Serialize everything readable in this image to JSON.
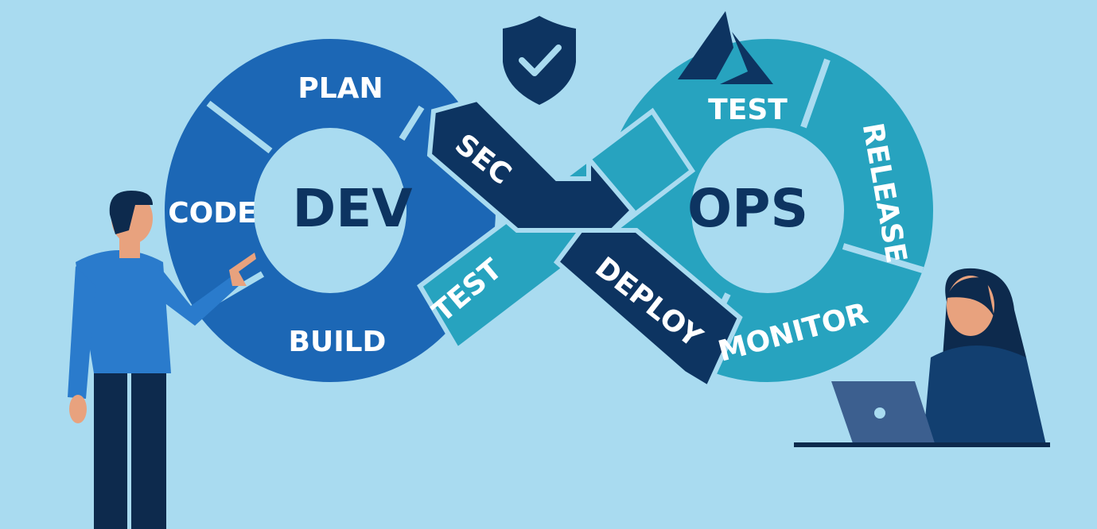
{
  "diagram": {
    "dev_label": "DEV",
    "ops_label": "OPS",
    "dev_stages": [
      "PLAN",
      "CODE",
      "BUILD",
      "TEST"
    ],
    "ops_stages": [
      "TEST",
      "RELEASE",
      "MONITOR",
      "DEPLOY"
    ],
    "sec_label": "SEC"
  },
  "icons": [
    "shield-check-icon",
    "azure-logo-icon"
  ],
  "colors": {
    "background": "#a9dbf0",
    "dev_blue": "#1c67b5",
    "ops_teal": "#27a3bf",
    "navy": "#0d3461"
  }
}
